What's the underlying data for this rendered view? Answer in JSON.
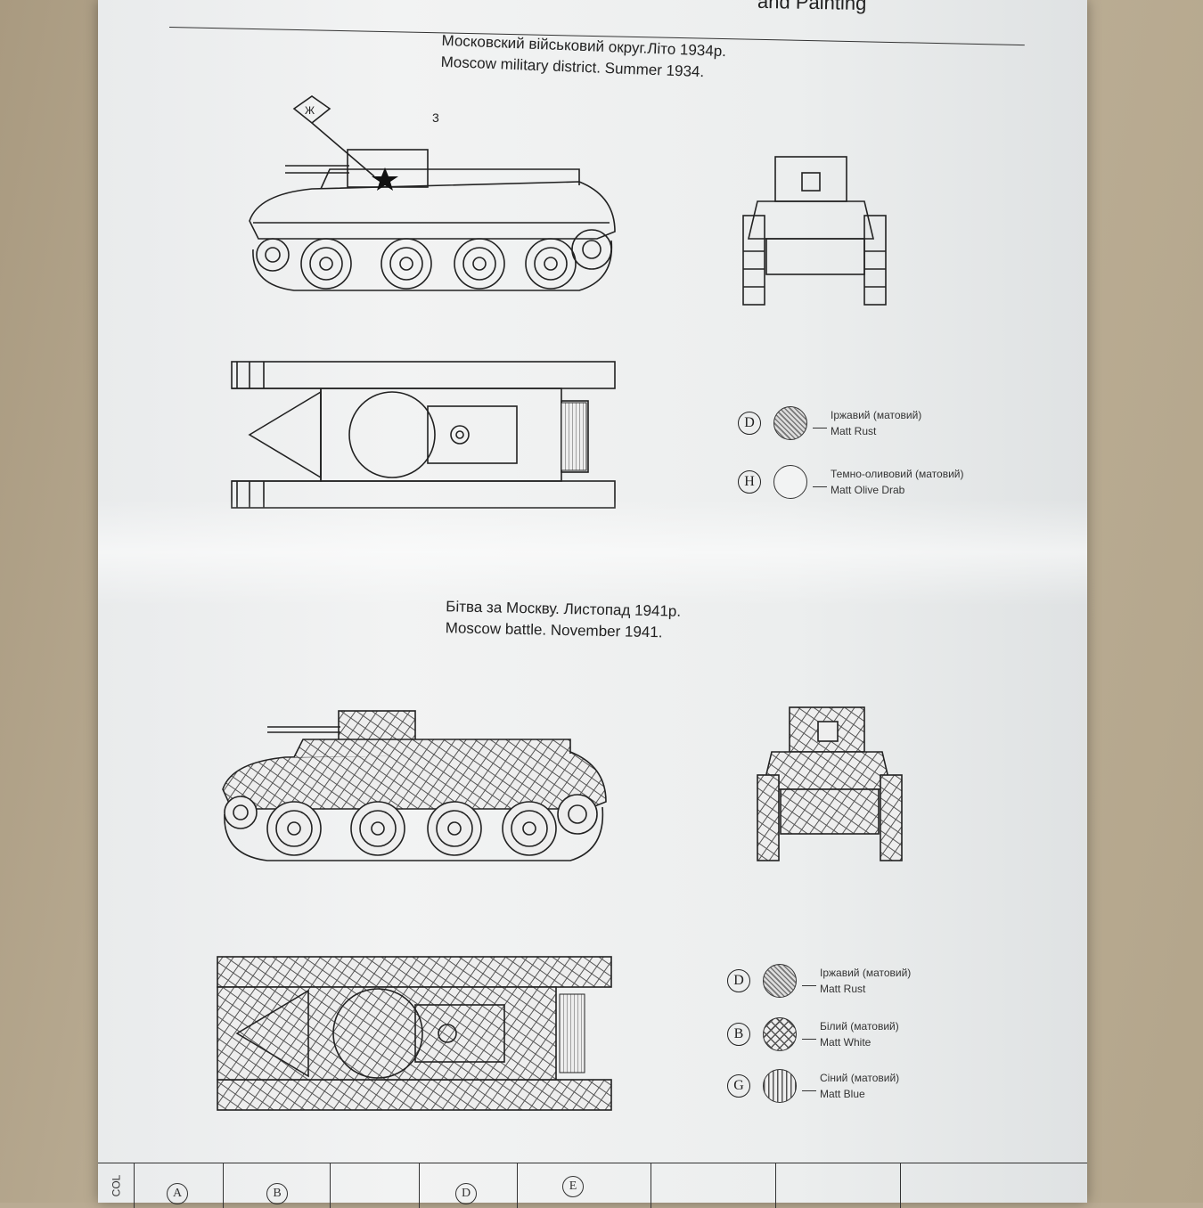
{
  "header": {
    "title_fragment": "and Painting"
  },
  "scheme1": {
    "title_ua": "Московский військовий округ.Літо 1934р.",
    "title_en": "Moscow military district. Summer 1934.",
    "tank_number": "3",
    "legend": [
      {
        "letter": "D",
        "name_ua": "Іржавий (матовий)",
        "name_en": "Matt Rust"
      },
      {
        "letter": "H",
        "name_ua": "Темно-оливовий (матовий)",
        "name_en": "Matt  Olive Drab"
      }
    ]
  },
  "scheme2": {
    "title_ua": "Бітва за Москву. Листопад 1941р.",
    "title_en": "Moscow battle. November 1941.",
    "legend": [
      {
        "letter": "D",
        "name_ua": "Іржавий (матовий)",
        "name_en": "Matt Rust"
      },
      {
        "letter": "B",
        "name_ua": "Білий (матовий)",
        "name_en": "Matt White"
      },
      {
        "letter": "G",
        "name_ua": "Сіний (матовий)",
        "name_en": "Matt Blue"
      }
    ]
  },
  "bottom_table": {
    "col_label": "COL",
    "letters": [
      "A",
      "B",
      "D",
      "E"
    ]
  }
}
